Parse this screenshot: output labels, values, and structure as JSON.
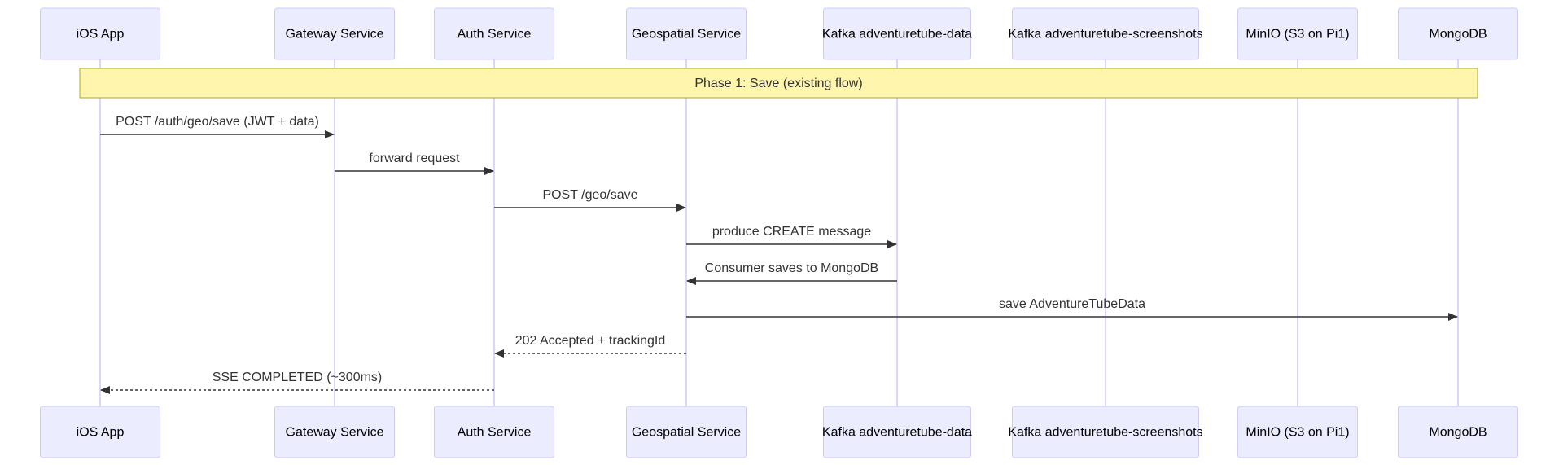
{
  "participants": [
    {
      "id": "ios",
      "label": "iOS App"
    },
    {
      "id": "gateway",
      "label": "Gateway Service"
    },
    {
      "id": "auth",
      "label": "Auth Service"
    },
    {
      "id": "geo",
      "label": "Geospatial Service"
    },
    {
      "id": "kdata",
      "label": "Kafka adventuretube-data"
    },
    {
      "id": "kshots",
      "label": "Kafka adventuretube-screenshots"
    },
    {
      "id": "minio",
      "label": "MinIO (S3 on Pi1)"
    },
    {
      "id": "mongo",
      "label": "MongoDB"
    }
  ],
  "note": {
    "label": "Phase 1: Save (existing flow)"
  },
  "messages": [
    {
      "from": "ios",
      "to": "gateway",
      "label": "POST /auth/geo/save (JWT + data)",
      "style": "solid"
    },
    {
      "from": "gateway",
      "to": "auth",
      "label": "forward request",
      "style": "solid"
    },
    {
      "from": "auth",
      "to": "geo",
      "label": "POST /geo/save",
      "style": "solid"
    },
    {
      "from": "geo",
      "to": "kdata",
      "label": "produce CREATE message",
      "style": "solid"
    },
    {
      "from": "kdata",
      "to": "geo",
      "label": "Consumer saves to MongoDB",
      "style": "solid"
    },
    {
      "from": "geo",
      "to": "mongo",
      "label": "save AdventureTubeData",
      "style": "solid"
    },
    {
      "from": "geo",
      "to": "auth",
      "label": "202 Accepted + trackingId",
      "style": "dashed"
    },
    {
      "from": "auth",
      "to": "ios",
      "label": "SSE COMPLETED (~300ms)",
      "style": "dashed"
    }
  ]
}
